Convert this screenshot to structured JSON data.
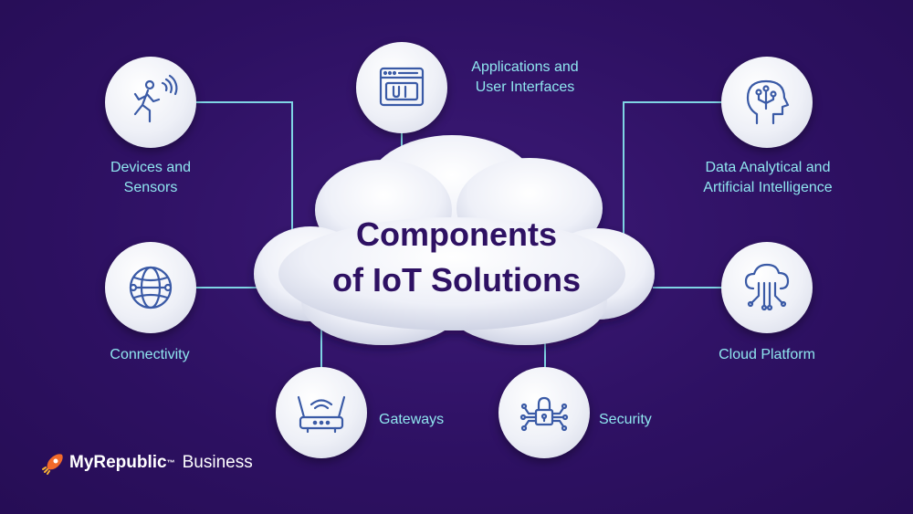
{
  "title": {
    "line1": "Components",
    "line2": "of IoT Solutions"
  },
  "components": {
    "devices": "Devices and\nSensors",
    "applications": "Applications and\nUser Interfaces",
    "data_ai": "Data Analytical and\nArtificial Intelligence",
    "connectivity": "Connectivity",
    "cloud": "Cloud Platform",
    "gateways": "Gateways",
    "security": "Security"
  },
  "icons": {
    "devices": "walking-person-sensor-icon",
    "applications": "ui-window-icon",
    "data_ai": "head-circuit-icon",
    "connectivity": "globe-network-icon",
    "cloud": "cloud-circuit-icon",
    "gateways": "router-icon",
    "security": "padlock-circuit-icon"
  },
  "brand": {
    "name": "MyRepublic",
    "tm": "™",
    "sub": "Business"
  },
  "colors": {
    "background": "#2e1163",
    "label": "#8fe6ef",
    "title": "#2e1163",
    "icon_stroke": "#3a5aa6",
    "brand_orange": "#f26a2a"
  }
}
